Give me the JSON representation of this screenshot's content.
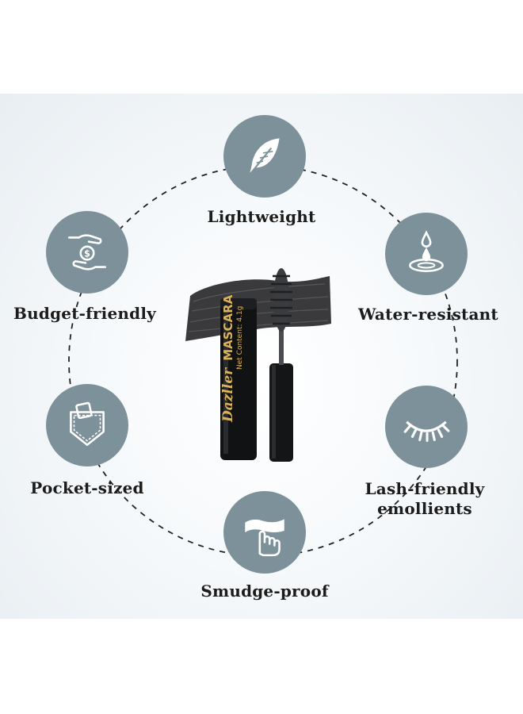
{
  "features": [
    {
      "key": "lightweight",
      "label": "Lightweight",
      "icon": "feather-icon"
    },
    {
      "key": "water",
      "label": "Water-resistant",
      "icon": "water-drop-icon"
    },
    {
      "key": "lash",
      "label_line1": "Lash-friendly",
      "label_line2": "emollients",
      "icon": "eyelash-icon"
    },
    {
      "key": "smudge",
      "label": "Smudge-proof",
      "icon": "finger-smudge-icon"
    },
    {
      "key": "pocket",
      "label": "Pocket-sized",
      "icon": "jeans-pocket-icon"
    },
    {
      "key": "budget",
      "label": "Budget-friendly",
      "icon": "hand-coin-icon"
    }
  ],
  "product": {
    "brand": "Dazller",
    "name": "MASCARA",
    "net_content": "Net Content: 4.1g"
  },
  "colors": {
    "badge": "#7c9199",
    "panel": "#eef3f6",
    "text": "#1c1c1c"
  }
}
